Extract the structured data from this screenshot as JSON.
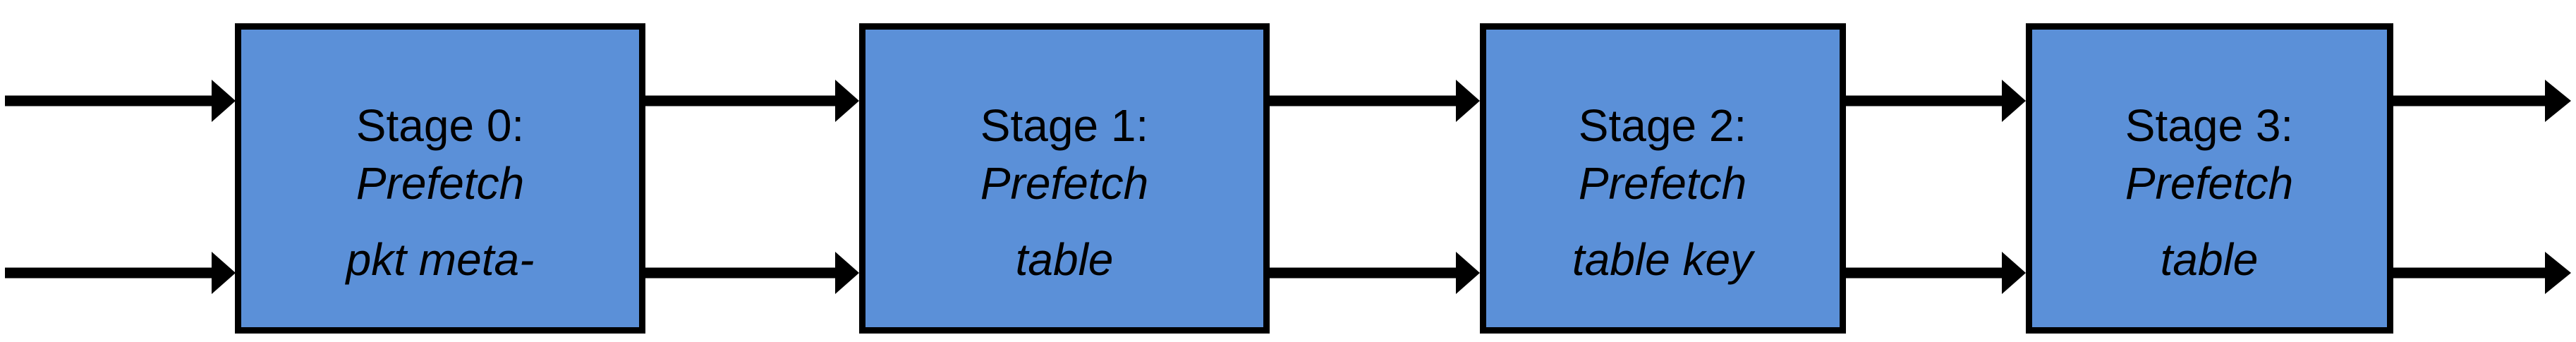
{
  "diagram": {
    "type": "pipeline-block-diagram",
    "background_color": "#ffffff",
    "box_fill_color": "#5b90d8",
    "box_stroke_color": "#000000",
    "arrow_color": "#000000",
    "stages": [
      {
        "id": "stage-0",
        "title": "Stage 0:",
        "subtitle_line_1": "Prefetch",
        "subtitle_line_2": "pkt meta-"
      },
      {
        "id": "stage-1",
        "title": "Stage 1:",
        "subtitle_line_1": "Prefetch",
        "subtitle_line_2": "table"
      },
      {
        "id": "stage-2",
        "title": "Stage 2:",
        "subtitle_line_1": "Prefetch",
        "subtitle_line_2": "table key"
      },
      {
        "id": "stage-3",
        "title": "Stage 3:",
        "subtitle_line_1": "Prefetch",
        "subtitle_line_2": "table"
      }
    ],
    "connectors": [
      {
        "id": "input-top",
        "from": "left-edge",
        "to": "stage-0",
        "lane": "top"
      },
      {
        "id": "input-bottom",
        "from": "left-edge",
        "to": "stage-0",
        "lane": "bottom"
      },
      {
        "id": "s0-s1-top",
        "from": "stage-0",
        "to": "stage-1",
        "lane": "top"
      },
      {
        "id": "s0-s1-bottom",
        "from": "stage-0",
        "to": "stage-1",
        "lane": "bottom"
      },
      {
        "id": "s1-s2-top",
        "from": "stage-1",
        "to": "stage-2",
        "lane": "top"
      },
      {
        "id": "s1-s2-bottom",
        "from": "stage-1",
        "to": "stage-2",
        "lane": "bottom"
      },
      {
        "id": "s2-s3-top",
        "from": "stage-2",
        "to": "stage-3",
        "lane": "top"
      },
      {
        "id": "s2-s3-bottom",
        "from": "stage-2",
        "to": "stage-3",
        "lane": "bottom"
      },
      {
        "id": "output-top",
        "from": "stage-3",
        "to": "right-edge",
        "lane": "top"
      },
      {
        "id": "output-bottom",
        "from": "stage-3",
        "to": "right-edge",
        "lane": "bottom"
      }
    ]
  }
}
